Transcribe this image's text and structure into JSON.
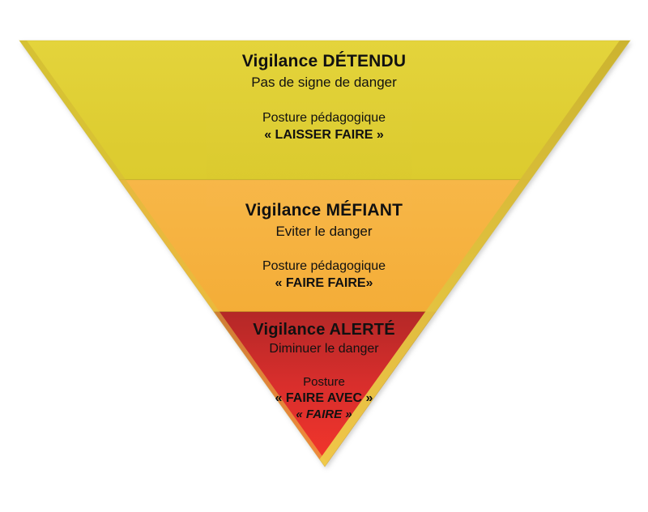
{
  "diagram": {
    "type": "inverted-pyramid-funnel",
    "background_color": "#FFFFFF",
    "levels": [
      {
        "id": "detendu",
        "title": "Vigilance DÉTENDU",
        "subtitle": "Pas de signe de danger",
        "posture_label": "Posture pédagogique",
        "posture_value": "« LAISSER FAIRE »",
        "posture_value_2": "",
        "fill_color": "#E0CF2B",
        "fill_color_bottom": "#DCCB28"
      },
      {
        "id": "mefiant",
        "title": "Vigilance MÉFIANT",
        "subtitle": "Eviter le danger",
        "posture_label": "Posture pédagogique",
        "posture_value": "« FAIRE FAIRE»",
        "posture_value_2": "",
        "fill_color": "#F6B03A",
        "fill_color_bottom": "#F5AC32"
      },
      {
        "id": "alerte",
        "title": "Vigilance ALERTÉ",
        "subtitle": "Diminuer le danger",
        "posture_label": "Posture",
        "posture_value": "« FAIRE AVEC »",
        "posture_value_2": "« FAIRE »",
        "fill_color": "#B31D1B",
        "fill_color_bottom": "#F22B1F"
      }
    ],
    "edge_highlight_color": "#E8C23A",
    "text_color": "#111111"
  }
}
